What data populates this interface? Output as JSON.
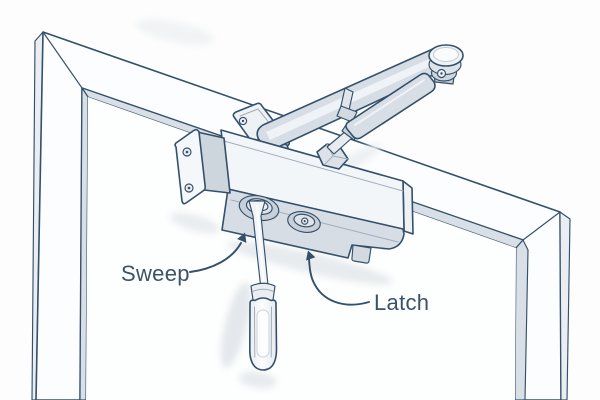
{
  "diagram": {
    "labels": {
      "sweep": "Sweep",
      "latch": "Latch"
    },
    "colors": {
      "outline": "#35506b",
      "text": "#3d5268",
      "background": "#fdfdfd",
      "metal_fill": "#d9dfe6",
      "light_fill": "#f3f6f9",
      "shadow": "#e4e8ec"
    },
    "parts": {
      "frame": "door-frame",
      "door": "door-panel",
      "closer": "door-closer-body",
      "arm": "closer-arm-assembly",
      "sweep_screw": "sweep-adjustment-screw",
      "latch_screw": "latch-adjustment-screw",
      "tool": "screwdriver"
    }
  }
}
